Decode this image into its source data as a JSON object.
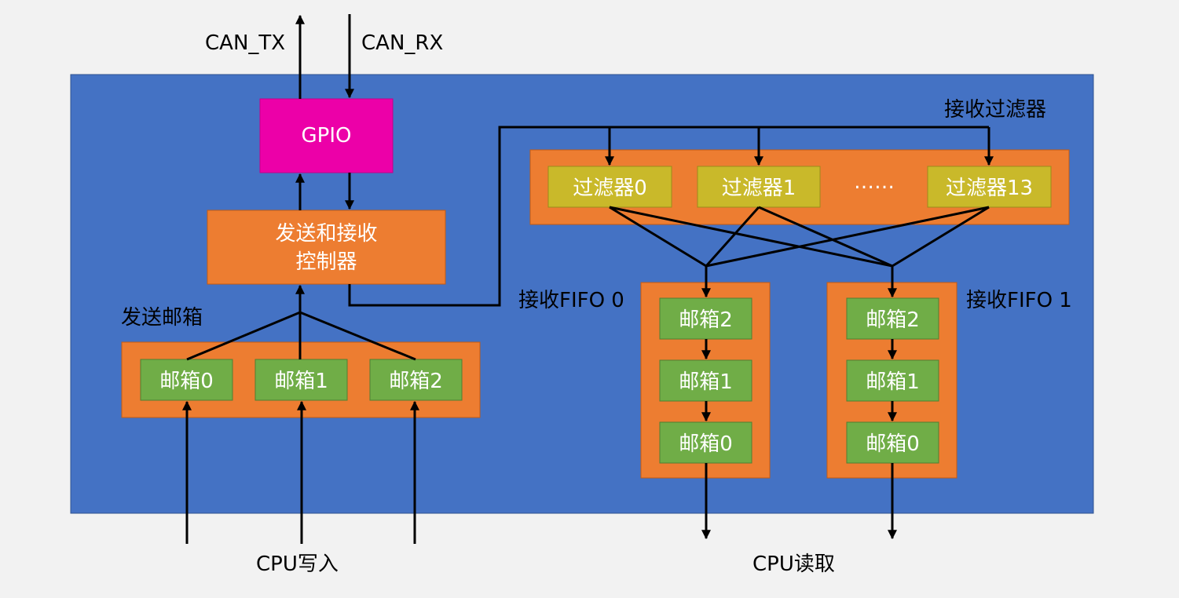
{
  "signals": {
    "tx": "CAN_TX",
    "rx": "CAN_RX"
  },
  "gpio": {
    "label": "GPIO"
  },
  "controller": {
    "line1": "发送和接收",
    "line2": "控制器"
  },
  "tx_mailboxes": {
    "title": "发送邮箱",
    "items": [
      "邮箱0",
      "邮箱1",
      "邮箱2"
    ]
  },
  "filters": {
    "title": "接收过滤器",
    "items": [
      "过滤器0",
      "过滤器1",
      "过滤器13"
    ],
    "ellipsis": "……"
  },
  "fifo0": {
    "title": "接收FIFO 0",
    "items": [
      "邮箱2",
      "邮箱1",
      "邮箱0"
    ]
  },
  "fifo1": {
    "title": "接收FIFO 1",
    "items": [
      "邮箱2",
      "邮箱1",
      "邮箱0"
    ]
  },
  "cpu": {
    "write": "CPU写入",
    "read": "CPU读取"
  },
  "colors": {
    "background": "#f2f2f2",
    "can_block": "#4472c4",
    "gpio": "#ec00a8",
    "orange": "#ed7d31",
    "green": "#70ad47",
    "yellow": "#c9b92a"
  }
}
